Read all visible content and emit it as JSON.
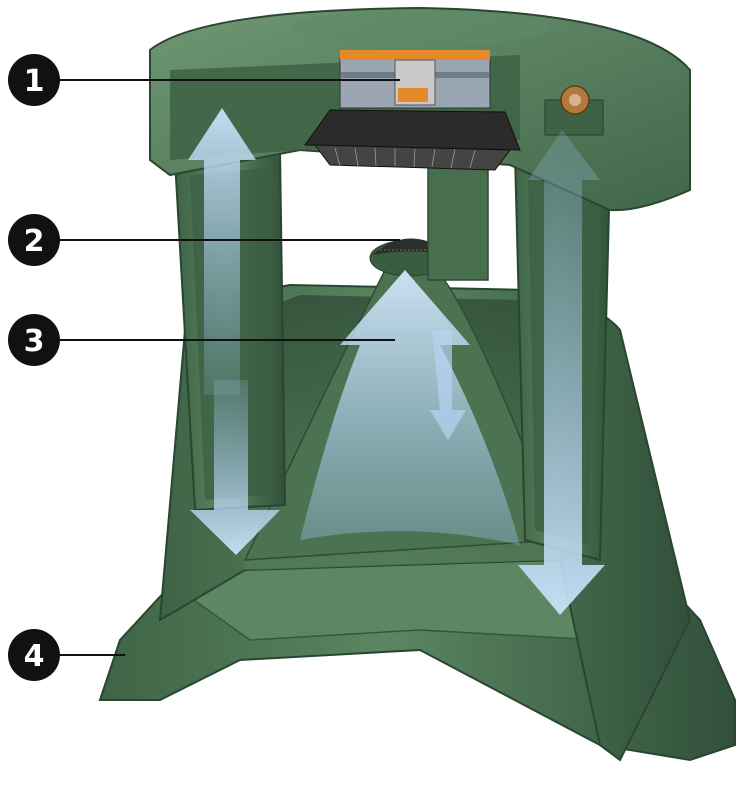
{
  "diagram": {
    "colors": {
      "body": "#4f7a55",
      "body_dark": "#36573c",
      "body_light": "#6f9a73",
      "airflow": "#9cc3ee",
      "driver_orange": "#e48a2a",
      "callout": "#111111"
    },
    "callouts": [
      {
        "label": "1"
      },
      {
        "label": "2"
      },
      {
        "label": "3"
      },
      {
        "label": "4"
      }
    ]
  }
}
